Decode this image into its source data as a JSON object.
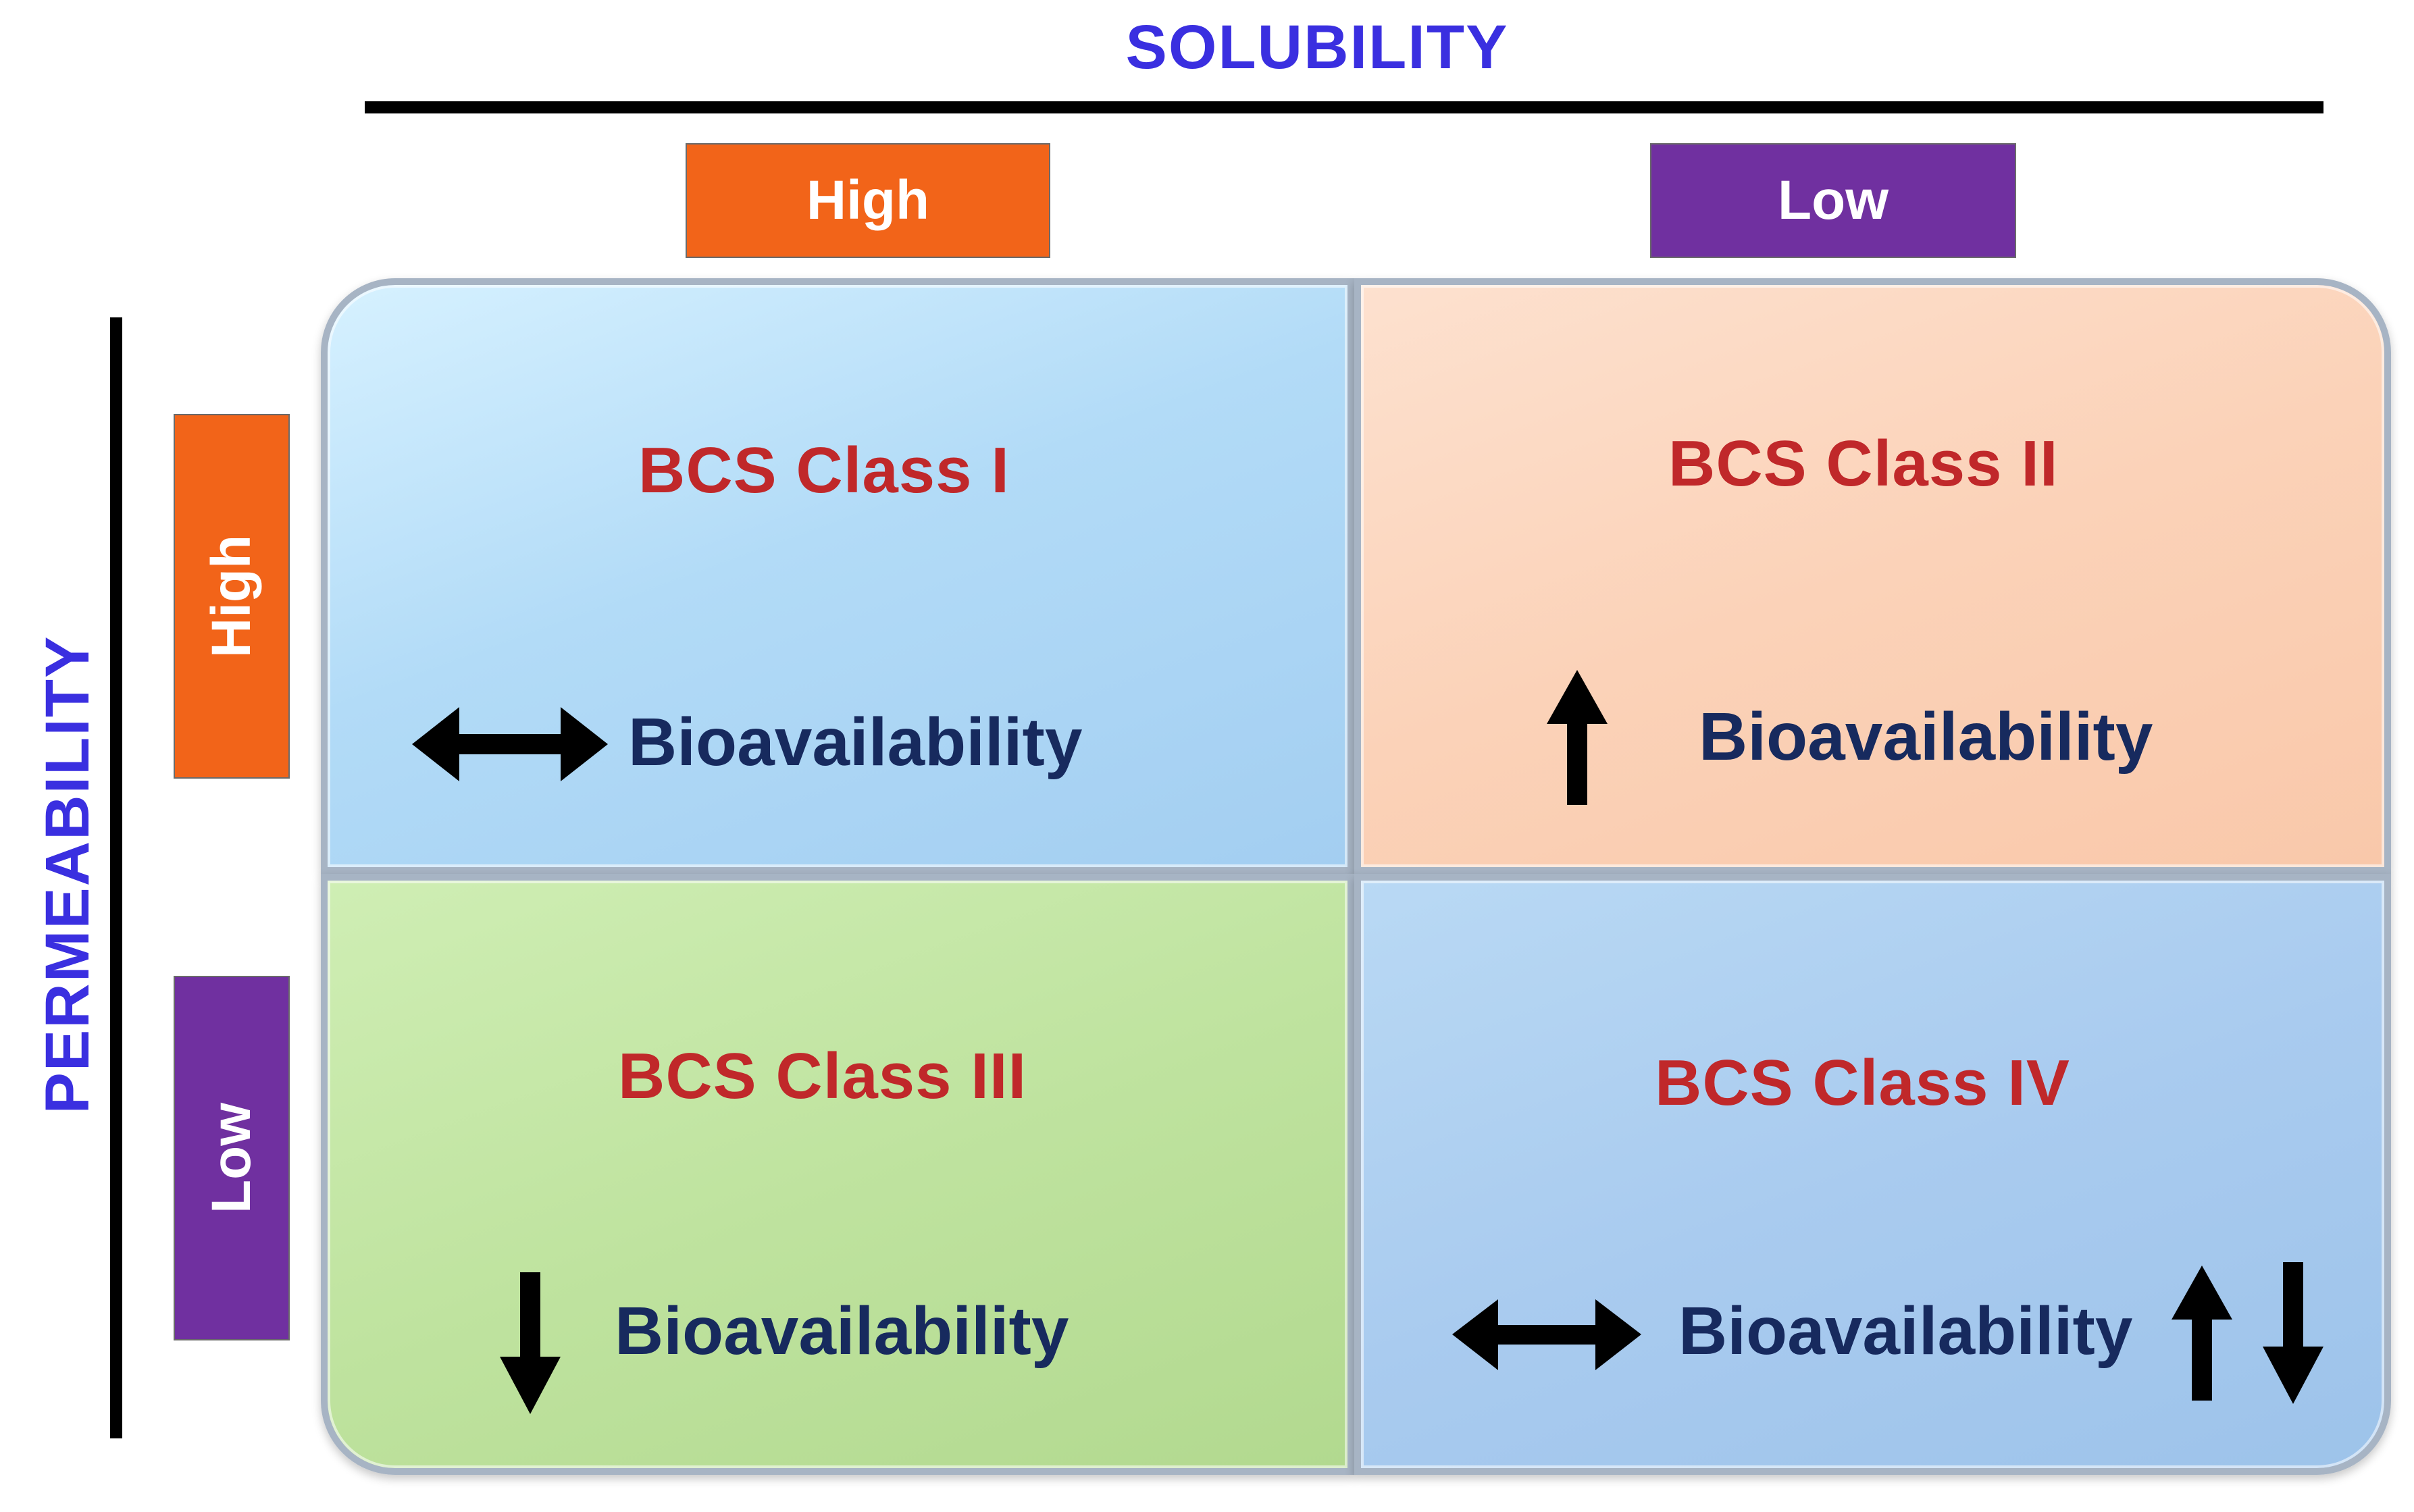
{
  "solubility": {
    "title": "SOLUBILITY",
    "high_label": "High",
    "low_label": "Low"
  },
  "permeability": {
    "title": "PERMEABILITY",
    "high_label": "High",
    "low_label": "Low"
  },
  "colors": {
    "axis_title": "#3a2fe0",
    "high_label_bg": "#f26419",
    "low_label_bg": "#7030a0",
    "class_title": "#c0282a",
    "bioavailability_text": "#172a5e",
    "class_1_bg": "#b2dbf7",
    "class_2_bg": "#fbd2b8",
    "class_3_bg": "#bfe39f",
    "class_4_bg": "#a9cbef"
  },
  "quadrants": [
    {
      "class_label": "BCS Class I",
      "bioavailability_label": "Bioavailability",
      "icons": [
        "left-right-arrow-icon"
      ]
    },
    {
      "class_label": "BCS Class II",
      "bioavailability_label": "Bioavailability",
      "icons": [
        "up-arrow-icon"
      ]
    },
    {
      "class_label": "BCS Class III",
      "bioavailability_label": "Bioavailability",
      "icons": [
        "down-arrow-icon"
      ]
    },
    {
      "class_label": "BCS Class IV",
      "bioavailability_label": "Bioavailability",
      "icons": [
        "left-right-arrow-icon",
        "up-arrow-icon",
        "down-arrow-icon"
      ]
    }
  ]
}
